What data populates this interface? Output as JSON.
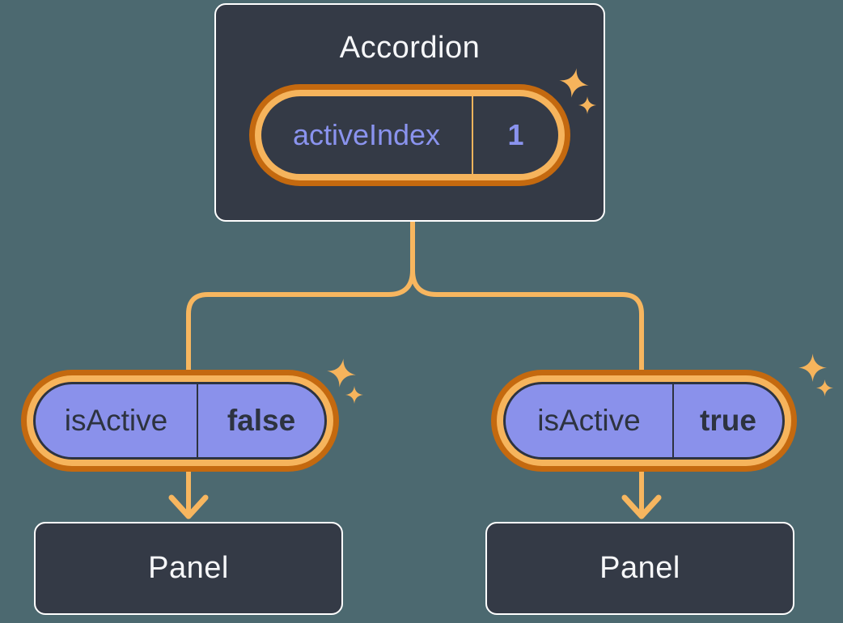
{
  "accordion": {
    "label": "Accordion",
    "state": {
      "name": "activeIndex",
      "value": "1"
    }
  },
  "children": [
    {
      "prop": {
        "name": "isActive",
        "value": "false"
      },
      "panel_label": "Panel"
    },
    {
      "prop": {
        "name": "isActive",
        "value": "true"
      },
      "panel_label": "Panel"
    }
  ],
  "icons": {
    "sparkle": "four-point-star",
    "arrow": "down-arrow-chevron"
  },
  "colors": {
    "background": "#4C6970",
    "card_fill": "#343A46",
    "card_border": "#FFFFFF",
    "text_light": "#F6F7F9",
    "text_dark": "#2D3340",
    "purple_fill": "#8A91EB",
    "purple_text": "#8A93EE",
    "ring_dark_orange": "#C4690F",
    "ring_light_orange": "#F6B45C",
    "connector_orange": "#F7B65F"
  }
}
